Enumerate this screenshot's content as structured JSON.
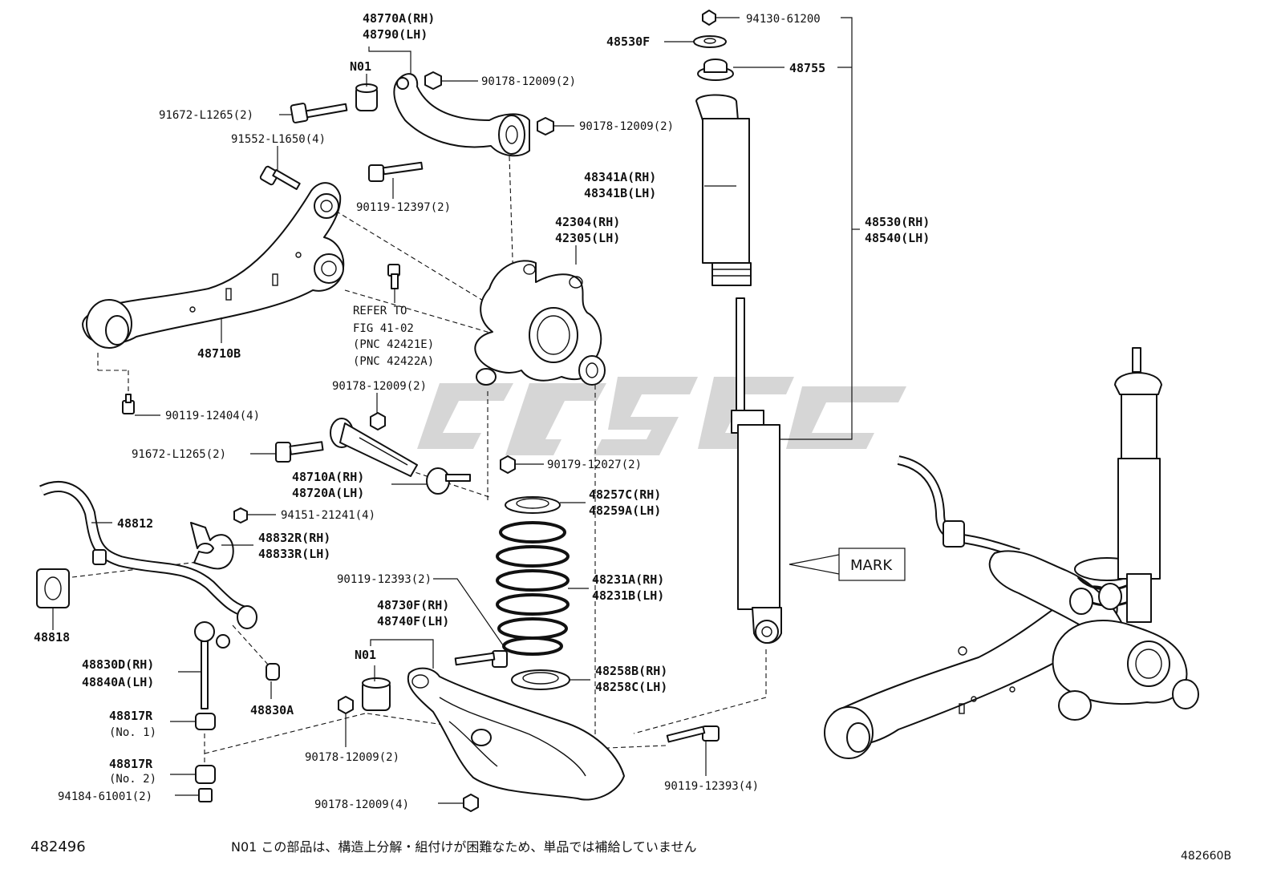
{
  "labels": {
    "p48770A": "48770A(RH)",
    "p48790": "48790(LH)",
    "n01_top": "N01",
    "p90178_a": "90178-12009(2)",
    "p91672_a": "91672-L1265(2)",
    "p90178_b": "90178-12009(2)",
    "p91552": "91552-L1650(4)",
    "p90119_12397": "90119-12397(2)",
    "p42304": "42304(RH)",
    "p42305": "42305(LH)",
    "refer_1": "REFER TO",
    "refer_2": "FIG 41-02",
    "refer_3": "(PNC 42421E)",
    "refer_4": "(PNC 42422A)",
    "p48710B": "48710B",
    "p90178_c": "90178-12009(2)",
    "p90119_12404": "90119-12404(4)",
    "p91672_b": "91672-L1265(2)",
    "p90179": "90179-12027(2)",
    "p48710A": "48710A(RH)",
    "p48720A": "48720A(LH)",
    "p48812": "48812",
    "p94151": "94151-21241(4)",
    "p48832R": "48832R(RH)",
    "p48833R": "48833R(LH)",
    "p48818": "48818",
    "p90119_12393a": "90119-12393(2)",
    "p48730F": "48730F(RH)",
    "p48740F": "48740F(LH)",
    "n01_bottom": "N01",
    "p48830D": "48830D(RH)",
    "p48840A": "48840A(LH)",
    "p48830A": "48830A",
    "p48817R_1": "48817R",
    "no1": "(No. 1)",
    "p48817R_2": "48817R",
    "no2": "(No. 2)",
    "p94184": "94184-61001(2)",
    "p90178_d": "90178-12009(2)",
    "p90178_e": "90178-12009(4)",
    "p90119_12393b": "90119-12393(4)",
    "p94130": "94130-61200",
    "p48530F": "48530F",
    "p48755": "48755",
    "p48341A": "48341A(RH)",
    "p48341B": "48341B(LH)",
    "p48530": "48530(RH)",
    "p48540": "48540(LH)",
    "p48257C": "48257C(RH)",
    "p48259A": "48259A(LH)",
    "p48231A": "48231A(RH)",
    "p48231B": "48231B(LH)",
    "p48258B": "48258B(RH)",
    "p48258C": "48258C(LH)",
    "mark": "MARK"
  },
  "footer": {
    "code_left": "482496",
    "note": "N01 この部品は、構造上分解・組付けが困難なため、単品では補給していません",
    "code_right": "482660B"
  },
  "colors": {
    "line": "#111111",
    "watermark": "#cccccc",
    "background": "#ffffff"
  }
}
